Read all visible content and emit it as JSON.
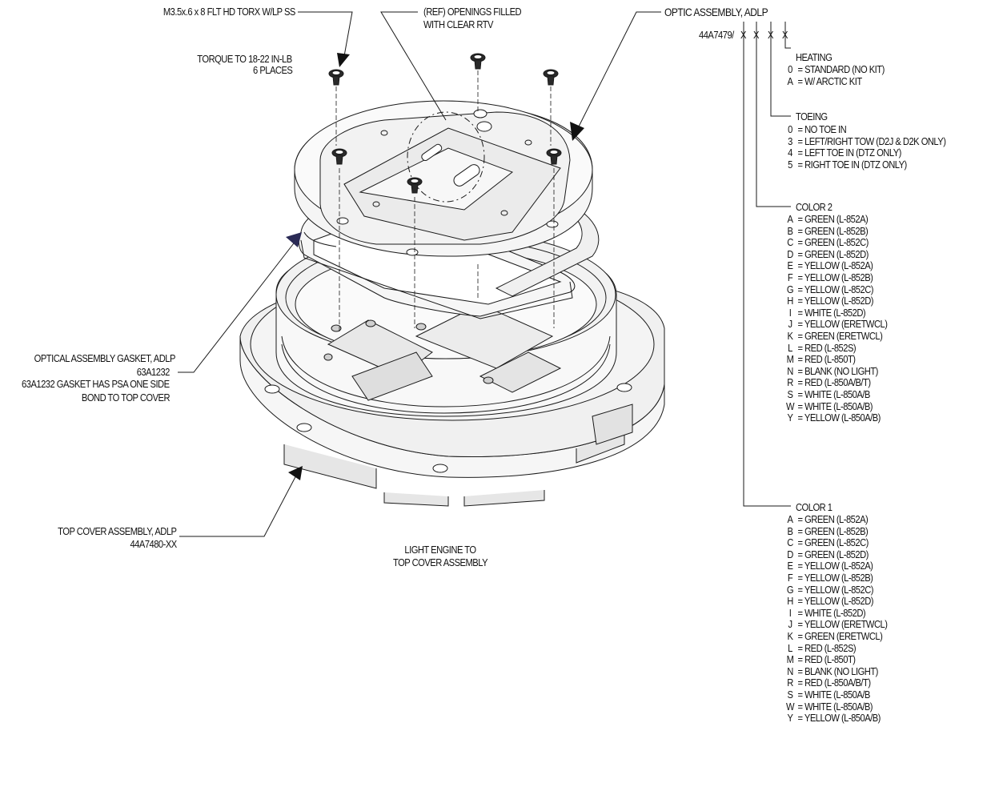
{
  "callouts": {
    "screw_spec": "M3.5x.6 x 8 FLT HD TORX W/LP SS",
    "torque_line1": "TORQUE TO 18-22 IN-LB",
    "torque_line2": "6 PLACES",
    "openings_line1": "(REF) OPENINGS FILLED",
    "openings_line2": "WITH CLEAR RTV",
    "gasket_line1": "OPTICAL ASSEMBLY GASKET, ADLP",
    "gasket_line2": "63A1232",
    "gasket_line3": "63A1232 GASKET HAS PSA ONE SIDE",
    "gasket_line4": "BOND TO TOP COVER",
    "top_cover_line1": "TOP COVER ASSEMBLY, ADLP",
    "top_cover_line2": "44A7480-XX",
    "caption_line1": "LIGHT ENGINE TO",
    "caption_line2": "TOP COVER ASSEMBLY"
  },
  "optic_assembly": {
    "title": "OPTIC ASSEMBLY, ADLP",
    "part_prefix": "44A7479/",
    "slots": [
      "X",
      "X",
      "X",
      "X"
    ],
    "heating": {
      "title": "HEATING",
      "options": [
        {
          "code": "0",
          "desc": "= STANDARD (NO KIT)"
        },
        {
          "code": "A",
          "desc": "= W/ ARCTIC KIT"
        }
      ]
    },
    "toeing": {
      "title": "TOEING",
      "options": [
        {
          "code": "0",
          "desc": "= NO TOE IN"
        },
        {
          "code": "3",
          "desc": "= LEFT/RIGHT TOW (D2J & D2K ONLY)"
        },
        {
          "code": "4",
          "desc": "= LEFT TOE IN (DTZ ONLY)"
        },
        {
          "code": "5",
          "desc": "= RIGHT TOE IN (DTZ ONLY)"
        }
      ]
    },
    "color2": {
      "title": "COLOR 2",
      "options": [
        {
          "code": "A",
          "desc": "= GREEN (L-852A)"
        },
        {
          "code": "B",
          "desc": "= GREEN (L-852B)"
        },
        {
          "code": "C",
          "desc": "= GREEN (L-852C)"
        },
        {
          "code": "D",
          "desc": "= GREEN (L-852D)"
        },
        {
          "code": "E",
          "desc": "= YELLOW (L-852A)"
        },
        {
          "code": "F",
          "desc": "= YELLOW (L-852B)"
        },
        {
          "code": "G",
          "desc": "= YELLOW (L-852C)"
        },
        {
          "code": "H",
          "desc": "= YELLOW (L-852D)"
        },
        {
          "code": "I",
          "desc": "= WHITE (L-852D)"
        },
        {
          "code": "J",
          "desc": "= YELLOW (ERETWCL)"
        },
        {
          "code": "K",
          "desc": "= GREEN (ERETWCL)"
        },
        {
          "code": "L",
          "desc": "= RED (L-852S)"
        },
        {
          "code": "M",
          "desc": "= RED (L-850T)"
        },
        {
          "code": "N",
          "desc": "= BLANK (NO LIGHT)"
        },
        {
          "code": "R",
          "desc": "= RED (L-850A/B/T)"
        },
        {
          "code": "S",
          "desc": "= WHITE (L-850A/B"
        },
        {
          "code": "W",
          "desc": "= WHITE (L-850A/B)"
        },
        {
          "code": "Y",
          "desc": "= YELLOW (L-850A/B)"
        }
      ]
    },
    "color1": {
      "title": "COLOR 1",
      "options": [
        {
          "code": "A",
          "desc": "= GREEN (L-852A)"
        },
        {
          "code": "B",
          "desc": "= GREEN (L-852B)"
        },
        {
          "code": "C",
          "desc": "= GREEN (L-852C)"
        },
        {
          "code": "D",
          "desc": "= GREEN (L-852D)"
        },
        {
          "code": "E",
          "desc": "= YELLOW (L-852A)"
        },
        {
          "code": "F",
          "desc": "= YELLOW (L-852B)"
        },
        {
          "code": "G",
          "desc": "= YELLOW (L-852C)"
        },
        {
          "code": "H",
          "desc": "= YELLOW (L-852D)"
        },
        {
          "code": "I",
          "desc": "= WHITE (L-852D)"
        },
        {
          "code": "J",
          "desc": "= YELLOW (ERETWCL)"
        },
        {
          "code": "K",
          "desc": "= GREEN (ERETWCL)"
        },
        {
          "code": "L",
          "desc": "= RED (L-852S)"
        },
        {
          "code": "M",
          "desc": "= RED (L-850T)"
        },
        {
          "code": "N",
          "desc": "= BLANK (NO LIGHT)"
        },
        {
          "code": "R",
          "desc": "= RED (L-850A/B/T)"
        },
        {
          "code": "S",
          "desc": "= WHITE (L-850A/B"
        },
        {
          "code": "W",
          "desc": "= WHITE (L-850A/B)"
        },
        {
          "code": "Y",
          "desc": "= YELLOW (L-850A/B)"
        }
      ]
    }
  },
  "colors": {
    "line": "#1a1a1a",
    "arrow": "#111111",
    "fill_light": "#f4f4f4",
    "fill_mid": "#d8d8d8"
  }
}
